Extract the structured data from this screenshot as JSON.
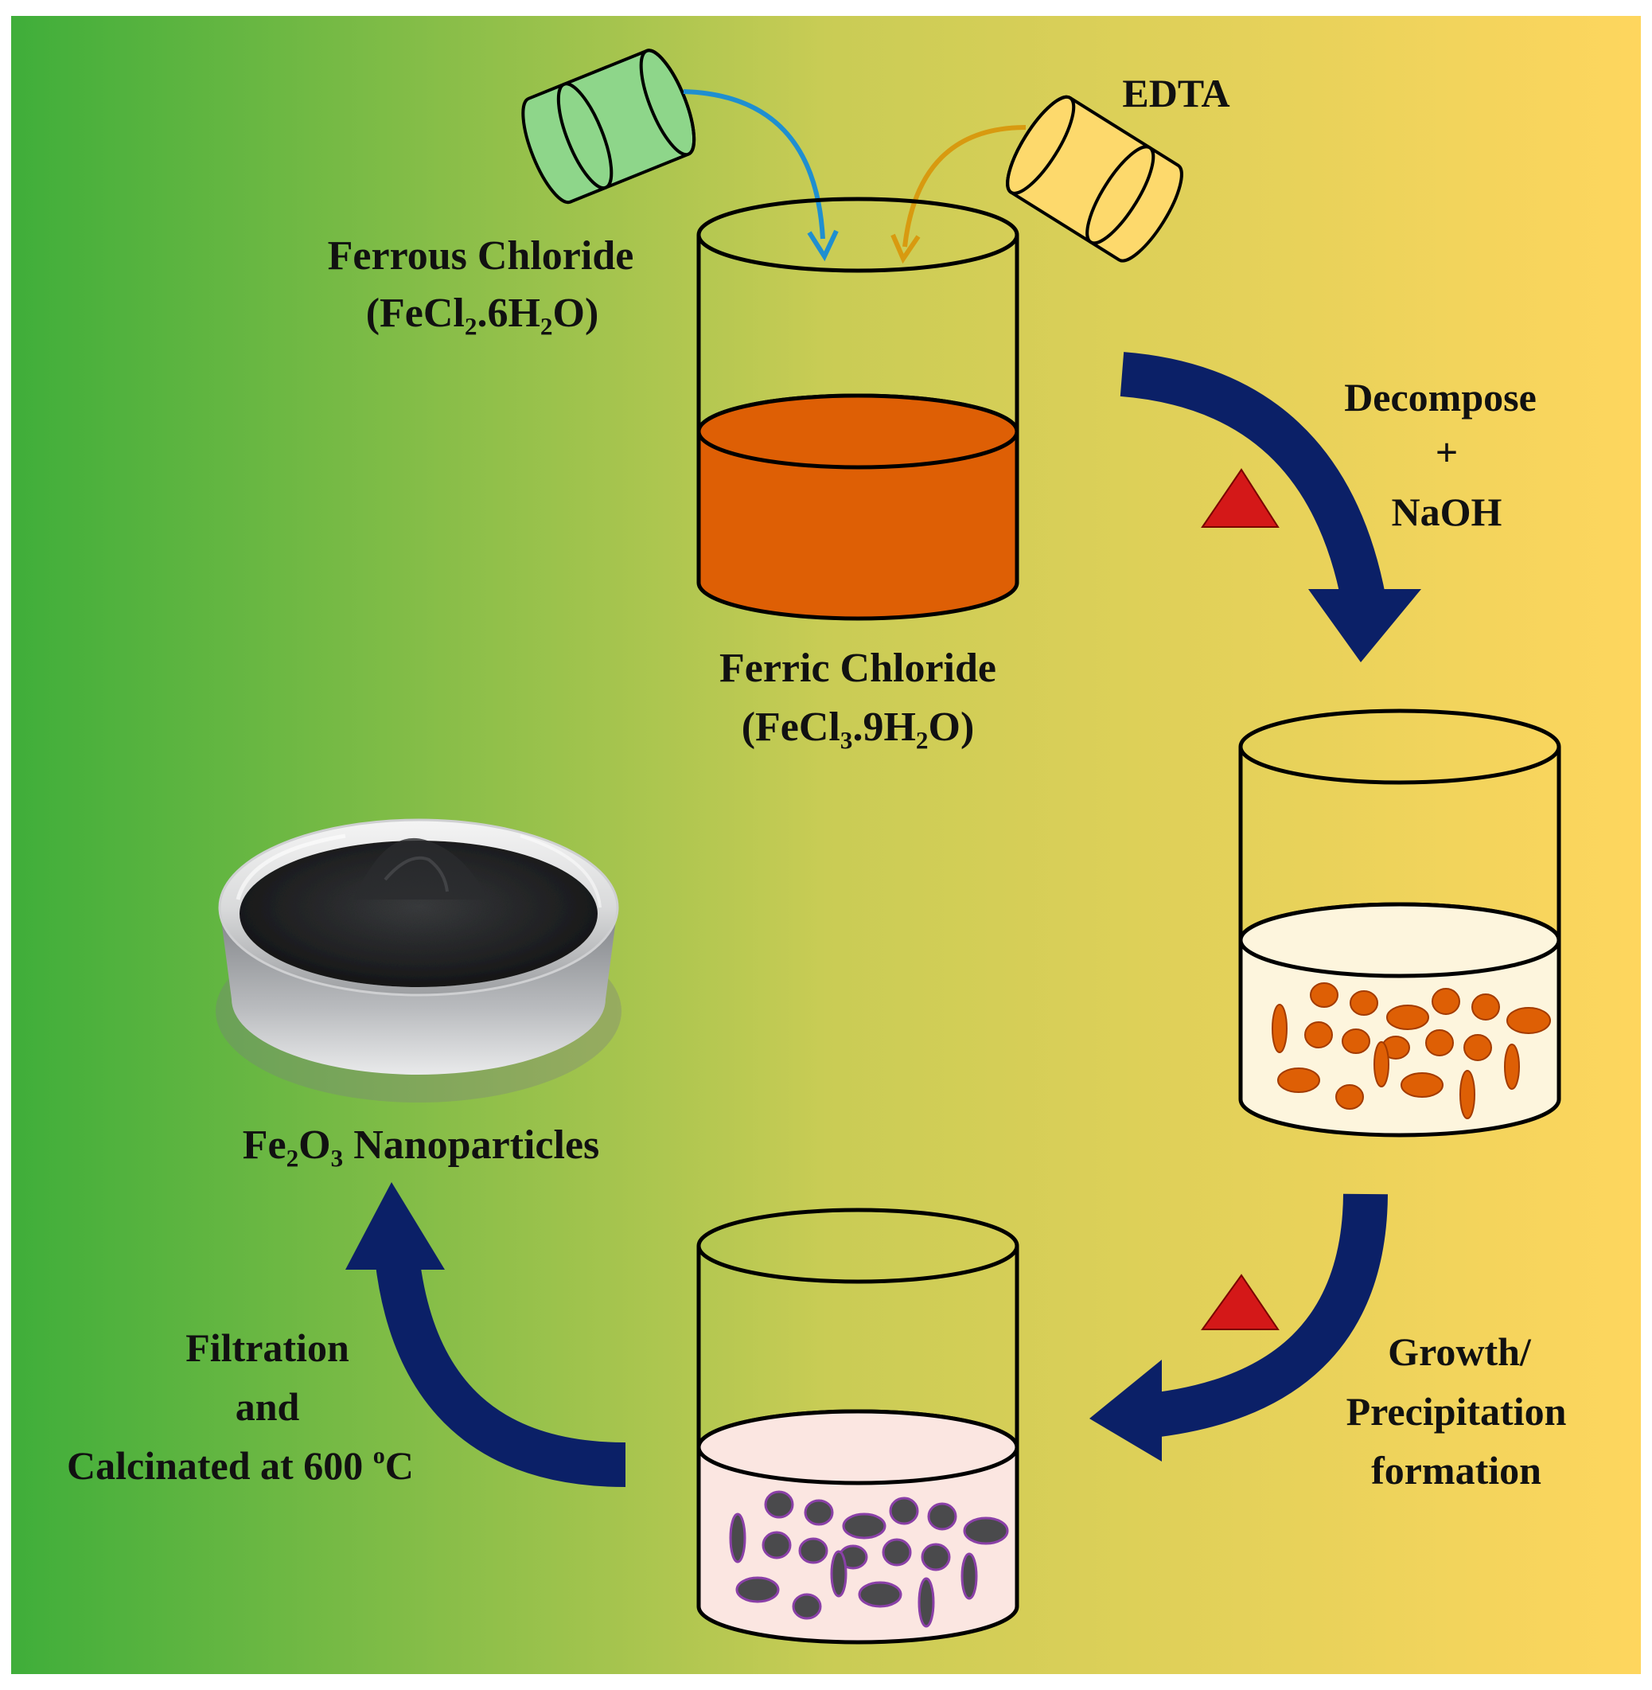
{
  "colors": {
    "bg_left": "#3fae3a",
    "bg_mid": "#c9cc55",
    "bg_right": "#fed65e",
    "arrow": "#0b2067",
    "heat": "#d41818",
    "ferric_liquid": "#de5f05",
    "particle_orange": "#de5f05",
    "particle_dark": "#4a4a4c",
    "particle_stroke": "#8a40a8",
    "bottle_green": "#8ed68a",
    "bottle_yellow": "#fdd96c",
    "pipe_blue": "#1f8fd0",
    "pipe_orange": "#d89a10"
  },
  "reagents": {
    "ferrous": {
      "name": "Ferrous Chloride",
      "formula": "(FeCl₂.6H₂O)",
      "icon": "green-reagent-bottle-icon"
    },
    "edta": {
      "name": "EDTA",
      "icon": "yellow-reagent-bottle-icon"
    }
  },
  "beakers": {
    "ferric": {
      "name": "Ferric Chloride",
      "formula": "(FeCl₃.9H₂O)"
    },
    "precipitate": {
      "particle_color": "orange"
    },
    "growth": {
      "particle_color": "dark-grey"
    }
  },
  "steps": {
    "decompose": {
      "line1": "Decompose",
      "line2": "+",
      "line3": "NaOH"
    },
    "growth": {
      "line1": "Growth/",
      "line2": "Precipitation",
      "line3": "formation"
    },
    "filtration": {
      "line1": "Filtration",
      "line2": "and",
      "line3": "Calcinated at 600 ",
      "sup": "o",
      "unit": "C"
    }
  },
  "product": {
    "label": "Fe₂O₃ Nanoparticles",
    "image": "dark-powder-in-glass-dish-photo"
  },
  "heat_symbol": "heat-triangle-icon"
}
